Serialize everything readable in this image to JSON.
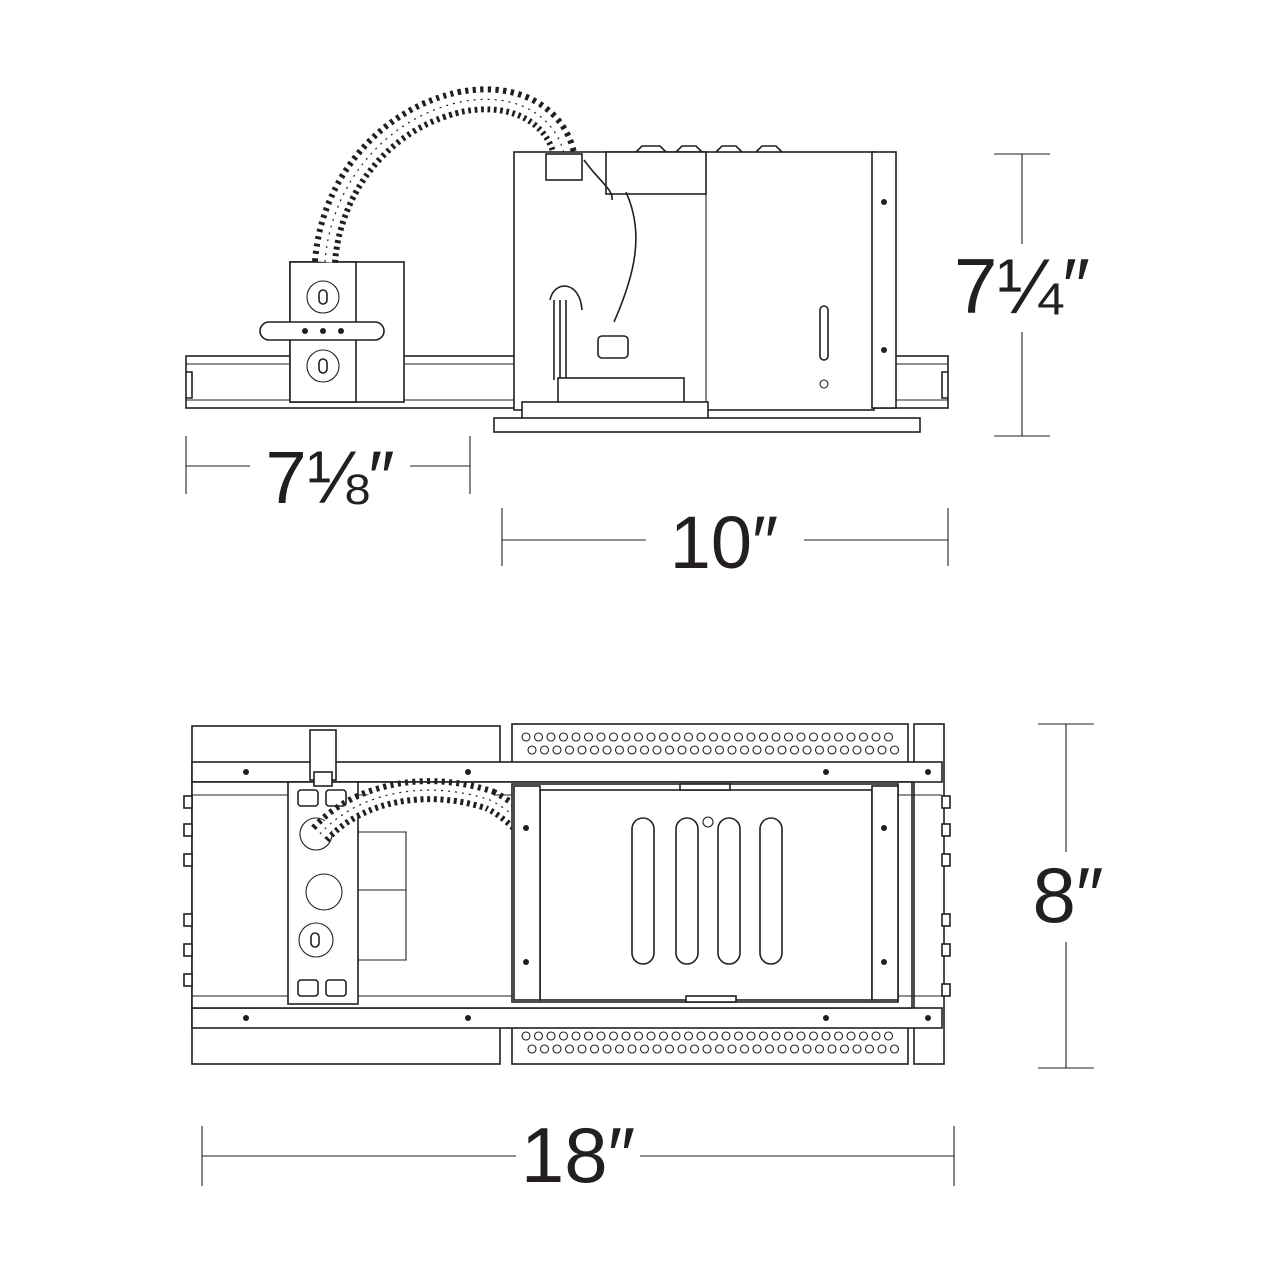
{
  "colors": {
    "line": "#231f20",
    "background": "#ffffff"
  },
  "side_view": {
    "height_label": "7¼″",
    "junction_box_width_label": "7⅛″",
    "housing_width_label": "10″"
  },
  "plan_view": {
    "depth_label": "8″",
    "overall_length_label": "18″"
  }
}
